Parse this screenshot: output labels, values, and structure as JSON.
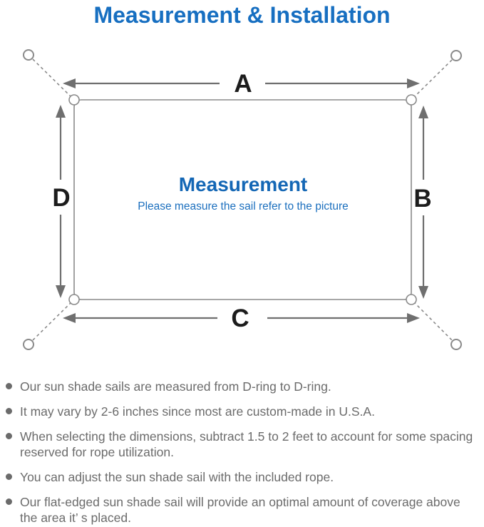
{
  "title": "Measurement & Installation",
  "diagram": {
    "labels": {
      "top": "A",
      "right": "B",
      "bottom": "C",
      "left": "D"
    },
    "center_heading": "Measurement",
    "center_subtitle": "Please measure the sail refer to the picture"
  },
  "notes": [
    {
      "lines": [
        "Our sun shade sails are measured from D-ring to D-ring."
      ]
    },
    {
      "lines": [
        "It may vary by 2-6 inches since most are custom-made in U.S.A."
      ]
    },
    {
      "lines": [
        "When selecting the dimensions, subtract 1.5 to 2 feet to account for some spacing",
        "reserved for rope utilization."
      ]
    },
    {
      "lines": [
        "You can adjust the sun shade sail with the included rope."
      ]
    },
    {
      "lines": [
        "Our flat-edged sun shade sail will provide an optimal amount of coverage above",
        "the area it’ s placed."
      ]
    }
  ],
  "colors": {
    "title_blue": "#176fc1",
    "heading_blue": "#1467b5",
    "subtitle_blue": "#1b6fbe",
    "line_gray": "#8a8a8a",
    "arrow_gray": "#6f6f6f",
    "label_black": "#1c1c1c",
    "note_gray": "#6b6b6b"
  }
}
